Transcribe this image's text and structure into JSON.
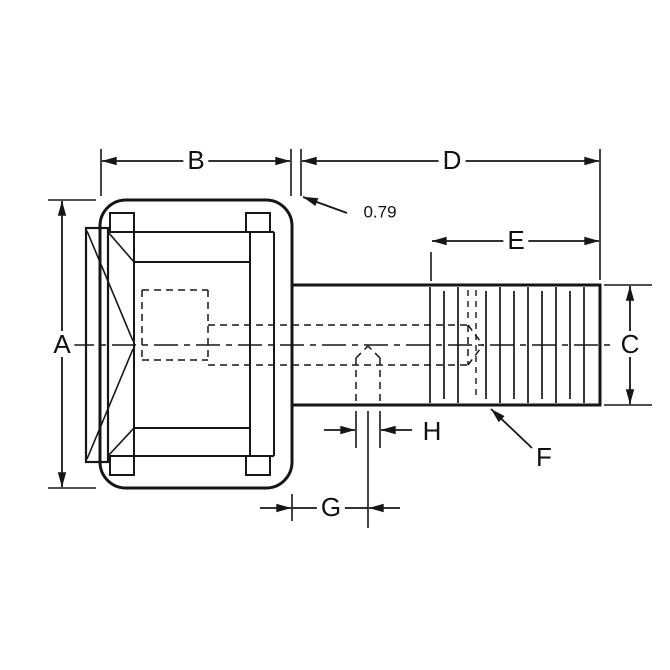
{
  "figure": {
    "type": "engineering-dimension-drawing",
    "subject": "cam-follower-with-threaded-stud",
    "background_color": "#ffffff",
    "line_color": "#161616",
    "dimension_labels": {
      "a": "A",
      "b": "B",
      "c": "C",
      "d": "D",
      "e": "E",
      "f": "F",
      "g": "G",
      "h": "H"
    },
    "annotation_values": {
      "flange_gap": "0.79"
    }
  }
}
